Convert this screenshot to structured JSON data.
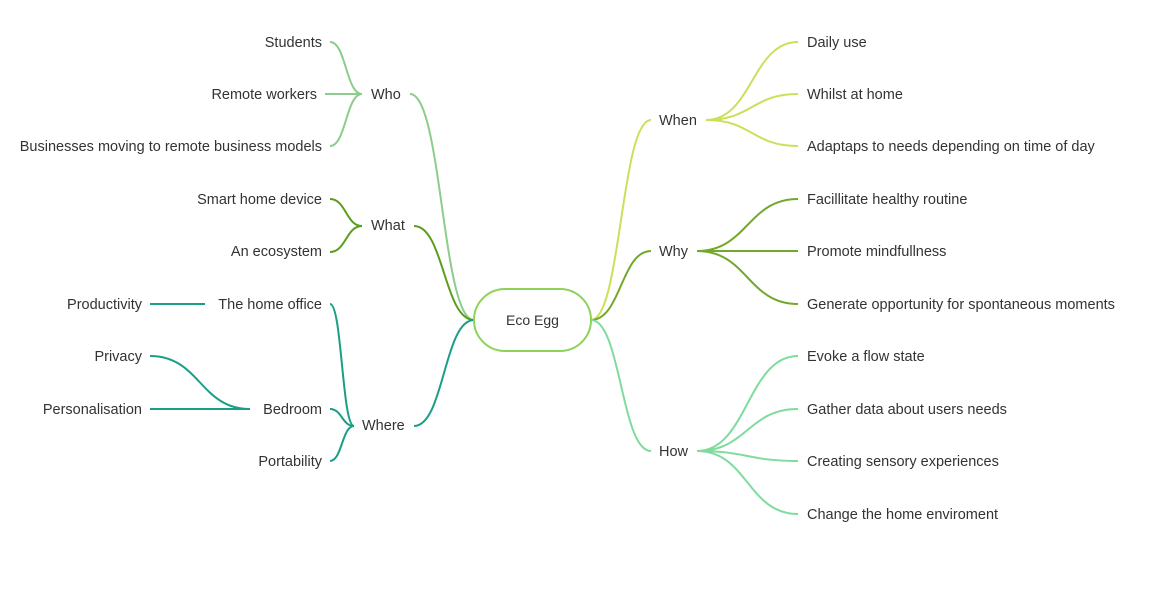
{
  "root": {
    "label": "Eco Egg"
  },
  "branches": [
    {
      "id": "who",
      "label": "Who",
      "color": "#8ccc8c",
      "children": [
        {
          "label": "Students"
        },
        {
          "label": "Remote workers"
        },
        {
          "label": "Businesses moving to remote business models"
        }
      ]
    },
    {
      "id": "what",
      "label": "What",
      "color": "#5a9e1a",
      "children": [
        {
          "label": "Smart home device"
        },
        {
          "label": "An ecosystem"
        }
      ]
    },
    {
      "id": "where",
      "label": "Where",
      "color": "#1a9e86",
      "children": [
        {
          "label": "The home office",
          "children": [
            {
              "label": "Productivity"
            }
          ]
        },
        {
          "label": "Bedroom",
          "children": [
            {
              "label": "Privacy"
            },
            {
              "label": "Personalisation"
            }
          ]
        },
        {
          "label": "Portability"
        }
      ]
    },
    {
      "id": "when",
      "label": "When",
      "color": "#cbe05a",
      "children": [
        {
          "label": "Daily use"
        },
        {
          "label": "Whilst at home"
        },
        {
          "label": "Adaptaps to needs depending on time of day"
        }
      ]
    },
    {
      "id": "why",
      "label": "Why",
      "color": "#73a82a",
      "children": [
        {
          "label": "Facillitate healthy routine"
        },
        {
          "label": "Promote mindfullness"
        },
        {
          "label": "Generate opportunity for spontaneous moments"
        }
      ]
    },
    {
      "id": "how",
      "label": "How",
      "color": "#7fdc9e",
      "children": [
        {
          "label": "Evoke a flow state"
        },
        {
          "label": "Gather data about users needs"
        },
        {
          "label": "Creating sensory experiences"
        },
        {
          "label": "Change the home enviroment"
        }
      ]
    }
  ]
}
